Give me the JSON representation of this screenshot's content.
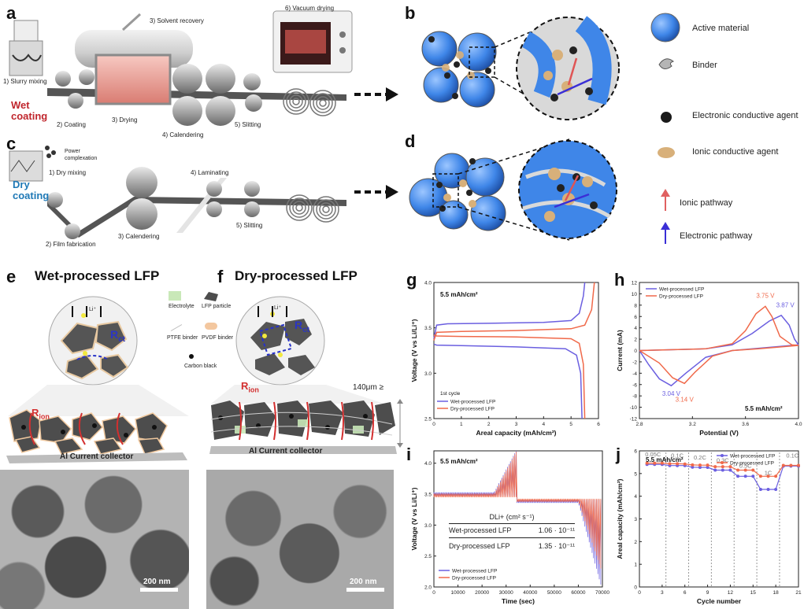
{
  "panels": {
    "a": {
      "label": "a",
      "steps": [
        "1) Slurry mixing",
        "2) Coating",
        "3) Drying",
        "3) Solvent recovery",
        "4) Calendering",
        "5) Slitting",
        "6) Vacuum drying"
      ],
      "method_line1": "Wet",
      "method_line2": "coating",
      "method_color": "#c0262d"
    },
    "b": {
      "label": "b"
    },
    "c": {
      "label": "c",
      "steps": [
        "1) Dry mixing",
        "2) Film fabrication",
        "3) Calendering",
        "4) Laminating",
        "5) Slitting"
      ],
      "aux_line1": "Power",
      "aux_line2": "complexation",
      "method_line1": "Dry",
      "method_line2": "coating",
      "method_color": "#1f79b6"
    },
    "d": {
      "label": "d"
    },
    "e": {
      "label": "e",
      "title": "Wet-processed LFP",
      "li": "Li⁺",
      "rct": "R",
      "rct_sub": "ct",
      "rion": "R",
      "rion_sub": "ion",
      "collector": "Al Current collector",
      "scale": "200 nm"
    },
    "f": {
      "label": "f",
      "title": "Dry-processed LFP",
      "li": "Li⁺",
      "rct": "R",
      "rct_sub": "ct",
      "rion": "R",
      "rion_sub": "ion",
      "collector": "Al Current collector",
      "thickness": "140μm ≥",
      "scale": "200 nm"
    },
    "mid_legend": {
      "electrolyte": "Electrolyte",
      "lfp": "LFP particle",
      "ptfe": "PTFE binder",
      "pvdf": "PVDF binder",
      "carbon": "Carbon black"
    }
  },
  "legend_bd": {
    "items": [
      {
        "icon": "sphere-icon",
        "label": "Active material"
      },
      {
        "icon": "binder-icon",
        "label": "Binder"
      },
      {
        "icon": "black-dot-icon",
        "label": "Electronic conductive agent"
      },
      {
        "icon": "tan-particle-icon",
        "label": "Ionic conductive agent"
      },
      {
        "icon": "red-arrow-icon",
        "label": "Ionic pathway"
      },
      {
        "icon": "blue-arrow-icon",
        "label": "Electronic pathway"
      }
    ]
  },
  "colors": {
    "wet": "#6b5fe0",
    "dry": "#f0694a",
    "active": "#3f86e8",
    "tan": "#d8b07a"
  },
  "chart_data": [
    {
      "id": "g",
      "label": "g",
      "type": "line",
      "annotation": "5.5 mAh/cm²",
      "cycle_note": "1st cycle",
      "xlabel": "Areal capacity (mAh/cm²)",
      "ylabel": "Voltage (V vs Li/Li⁺)",
      "xlim": [
        0,
        6
      ],
      "ylim": [
        2.5,
        4.0
      ],
      "xticks": [
        "0",
        "1",
        "2",
        "3",
        "4",
        "5",
        "6"
      ],
      "yticks": [
        "2.5",
        "3.0",
        "3.5",
        "4.0"
      ],
      "series": [
        {
          "name": "Wet-processed LFP",
          "charge": [
            [
              0,
              3.38
            ],
            [
              0.1,
              3.53
            ],
            [
              0.5,
              3.545
            ],
            [
              2,
              3.55
            ],
            [
              4,
              3.56
            ],
            [
              5,
              3.58
            ],
            [
              5.3,
              3.66
            ],
            [
              5.45,
              3.85
            ],
            [
              5.5,
              4.0
            ]
          ],
          "discharge": [
            [
              0,
              3.32
            ],
            [
              0.1,
              3.31
            ],
            [
              1,
              3.305
            ],
            [
              3,
              3.29
            ],
            [
              4.8,
              3.27
            ],
            [
              5.2,
              3.2
            ],
            [
              5.35,
              3.0
            ],
            [
              5.4,
              2.5
            ]
          ]
        },
        {
          "name": "Dry-processed LFP",
          "charge": [
            [
              0,
              3.36
            ],
            [
              0.1,
              3.45
            ],
            [
              1,
              3.46
            ],
            [
              3,
              3.47
            ],
            [
              5,
              3.49
            ],
            [
              5.5,
              3.53
            ],
            [
              5.75,
              3.7
            ],
            [
              5.85,
              4.0
            ]
          ],
          "discharge": [
            [
              0,
              3.42
            ],
            [
              0.1,
              3.41
            ],
            [
              1,
              3.405
            ],
            [
              3,
              3.4
            ],
            [
              5,
              3.38
            ],
            [
              5.3,
              3.33
            ],
            [
              5.45,
              3.1
            ],
            [
              5.5,
              2.5
            ]
          ]
        }
      ]
    },
    {
      "id": "h",
      "label": "h",
      "type": "line",
      "annotation": "5.5 mAh/cm²",
      "xlabel": "Potential (V)",
      "ylabel": "Current (mA)",
      "xlim": [
        2.8,
        4.0
      ],
      "ylim": [
        -12,
        12
      ],
      "xticks": [
        "2.8",
        "3.2",
        "3.6",
        "4.0"
      ],
      "yticks": [
        "12",
        "10",
        "8",
        "6",
        "4",
        "2",
        "0",
        "-2",
        "-4",
        "-6",
        "-8",
        "-10",
        "-12"
      ],
      "peak_labels": [
        "3.75 V",
        "3.87 V",
        "3.04 V",
        "3.14 V"
      ],
      "series": [
        {
          "name": "Wet-processed LFP",
          "anodic": [
            [
              2.8,
              0
            ],
            [
              3.3,
              0.3
            ],
            [
              3.5,
              1.0
            ],
            [
              3.65,
              3.0
            ],
            [
              3.78,
              5.2
            ],
            [
              3.87,
              6.2
            ],
            [
              3.93,
              4.5
            ],
            [
              3.97,
              2.0
            ],
            [
              4.0,
              1.0
            ]
          ],
          "cathodic": [
            [
              4.0,
              1.0
            ],
            [
              3.7,
              0.4
            ],
            [
              3.5,
              0
            ],
            [
              3.3,
              -1.2
            ],
            [
              3.15,
              -4.0
            ],
            [
              3.04,
              -6.2
            ],
            [
              2.95,
              -5.0
            ],
            [
              2.87,
              -2.5
            ],
            [
              2.8,
              0
            ]
          ]
        },
        {
          "name": "Dry-processed LFP",
          "anodic": [
            [
              2.8,
              0
            ],
            [
              3.3,
              0.3
            ],
            [
              3.5,
              1.2
            ],
            [
              3.6,
              3.5
            ],
            [
              3.68,
              6.5
            ],
            [
              3.75,
              7.8
            ],
            [
              3.8,
              6.0
            ],
            [
              3.86,
              2.5
            ],
            [
              3.95,
              1.0
            ],
            [
              4.0,
              0.9
            ]
          ],
          "cathodic": [
            [
              4.0,
              0.9
            ],
            [
              3.7,
              0.3
            ],
            [
              3.5,
              0
            ],
            [
              3.35,
              -1.0
            ],
            [
              3.22,
              -3.8
            ],
            [
              3.14,
              -5.8
            ],
            [
              3.05,
              -4.8
            ],
            [
              2.95,
              -2.2
            ],
            [
              2.8,
              0
            ]
          ]
        }
      ]
    },
    {
      "id": "i",
      "label": "i",
      "type": "line",
      "annotation": "5.5 mAh/cm²",
      "xlabel": "Time (sec)",
      "ylabel": "Voltage (V vs Li/Li⁺)",
      "xlim": [
        0,
        70000
      ],
      "ylim": [
        2.0,
        4.2
      ],
      "xticks": [
        "0",
        "10000",
        "20000",
        "30000",
        "40000",
        "50000",
        "60000",
        "70000"
      ],
      "yticks": [
        "2.0",
        "2.5",
        "3.0",
        "3.5",
        "4.0"
      ],
      "table": {
        "header": "D<sub>Li</sub><sup>+</sup> (cm² s⁻¹)",
        "header_plain": "DLi+ (cm² s⁻¹)",
        "rows": [
          {
            "name": "Wet-processed LFP",
            "value": "1.06 · 10⁻¹¹"
          },
          {
            "name": "Dry-processed LFP",
            "value": "1.35 · 10⁻¹¹"
          }
        ]
      },
      "series": [
        {
          "name": "Wet-processed LFP"
        },
        {
          "name": "Dry-processed LFP"
        }
      ]
    },
    {
      "id": "j",
      "label": "j",
      "type": "line",
      "annotation": "5.5 mAh/cm²",
      "xlabel": "Cycle number",
      "ylabel": "Areal capacity (mAh/cm²)",
      "xlim": [
        0,
        21
      ],
      "ylim": [
        0,
        6
      ],
      "xticks": [
        "0",
        "3",
        "6",
        "9",
        "12",
        "15",
        "18",
        "21"
      ],
      "yticks": [
        "0",
        "1",
        "2",
        "3",
        "4",
        "5",
        "6"
      ],
      "rates": [
        "0.05C",
        "0.1C",
        "0.2C",
        "0.3C",
        "0.5C",
        "1C",
        "0.1C"
      ],
      "series": [
        {
          "name": "Wet-processed LFP",
          "x": [
            1,
            2,
            3,
            4,
            5,
            6,
            7,
            8,
            9,
            10,
            11,
            12,
            13,
            14,
            15,
            16,
            17,
            18,
            19,
            20,
            21
          ],
          "values": [
            5.4,
            5.4,
            5.4,
            5.35,
            5.35,
            5.35,
            5.28,
            5.27,
            5.27,
            5.15,
            5.15,
            5.15,
            4.88,
            4.88,
            4.88,
            4.3,
            4.3,
            4.3,
            5.33,
            5.33,
            5.33
          ]
        },
        {
          "name": "Dry-processed LFP",
          "x": [
            1,
            2,
            3,
            4,
            5,
            6,
            7,
            8,
            9,
            10,
            11,
            12,
            13,
            14,
            15,
            16,
            17,
            18,
            19,
            20,
            21
          ],
          "values": [
            5.46,
            5.46,
            5.46,
            5.43,
            5.43,
            5.42,
            5.38,
            5.37,
            5.37,
            5.3,
            5.3,
            5.3,
            5.15,
            5.15,
            5.15,
            4.88,
            4.88,
            4.88,
            5.36,
            5.36,
            5.36
          ]
        }
      ]
    }
  ]
}
